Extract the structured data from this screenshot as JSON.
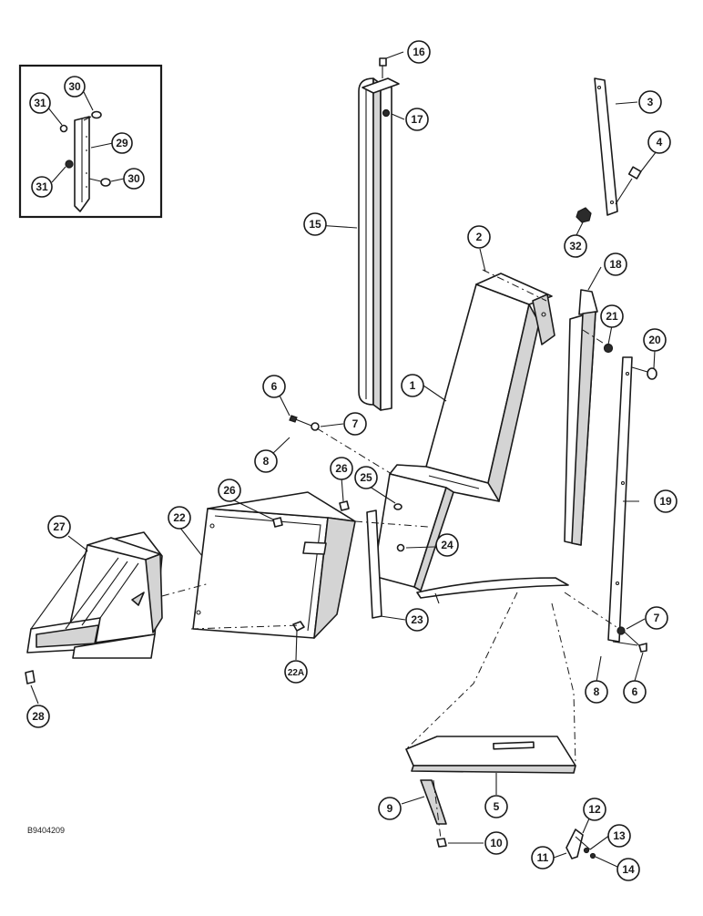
{
  "drawing_number": "B9404209",
  "callouts": {
    "c1": "1",
    "c2": "2",
    "c3": "3",
    "c4": "4",
    "c5": "5",
    "c6a": "6",
    "c6b": "6",
    "c7a": "7",
    "c7b": "7",
    "c8a": "8",
    "c8b": "8",
    "c9": "9",
    "c10": "10",
    "c11": "11",
    "c12": "12",
    "c13": "13",
    "c14": "14",
    "c15": "15",
    "c16": "16",
    "c17": "17",
    "c18": "18",
    "c19": "19",
    "c20": "20",
    "c21": "21",
    "c22": "22",
    "c22a": "22A",
    "c23": "23",
    "c24": "24",
    "c25": "25",
    "c26a": "26",
    "c26b": "26",
    "c27": "27",
    "c28": "28",
    "c29": "29",
    "c30a": "30",
    "c30b": "30",
    "c31a": "31",
    "c31b": "31",
    "c32": "32"
  }
}
